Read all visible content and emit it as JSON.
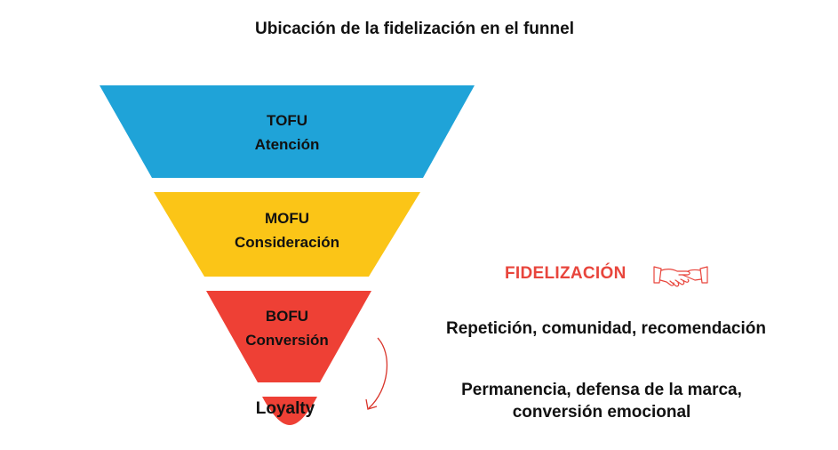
{
  "title": "Ubicación de la fidelización en el funnel",
  "stages": [
    {
      "id": "tofu",
      "name": "TOFU",
      "label": "Atención",
      "color": "#1FA3D8"
    },
    {
      "id": "mofu",
      "name": "MOFU",
      "label": "Consideración",
      "color": "#FBC517"
    },
    {
      "id": "bofu",
      "name": "BOFU",
      "label": "Conversión",
      "color": "#EE4035"
    }
  ],
  "loyalty": {
    "label": "Loyalty",
    "color": "#EE4035"
  },
  "fidelizacion": {
    "label": "FIDELIZACIÓN",
    "color": "#E8453C",
    "icon": "handshake-icon"
  },
  "notes": {
    "line1": "Repetición, comunidad, recomendación",
    "line2a": "Permanencia, defensa de la marca,",
    "line2b": "conversión emocional"
  },
  "arrow_color": "#D9352B"
}
